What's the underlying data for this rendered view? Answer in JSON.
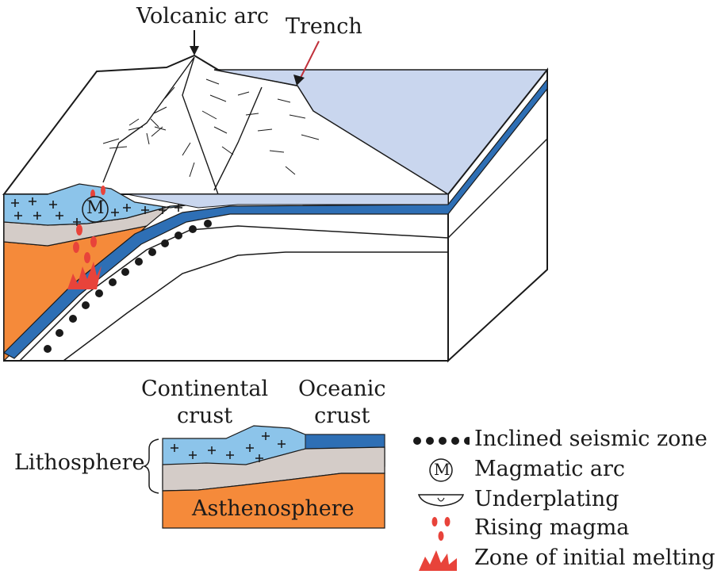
{
  "labels": {
    "volcanic_arc": "Volcanic arc",
    "trench": "Trench",
    "continental_crust_line1": "Continental",
    "continental_crust_line2": "crust",
    "oceanic_crust_line1": "Oceanic",
    "oceanic_crust_line2": "crust",
    "lithosphere": "Lithosphere",
    "asthenosphere": "Asthenosphere",
    "magmatic_arc_symbol": "M"
  },
  "legend": [
    {
      "icon": "seismic-dots-icon",
      "label": "Inclined seismic zone"
    },
    {
      "icon": "magmatic-arc-icon",
      "label": "Magmatic arc"
    },
    {
      "icon": "underplating-icon",
      "label": "Underplating"
    },
    {
      "icon": "rising-magma-icon",
      "label": "Rising magma"
    },
    {
      "icon": "initial-melting-icon",
      "label": "Zone of initial melting"
    }
  ],
  "colors": {
    "continental_crust": "#8cc4ea",
    "oceanic_crust": "#2e6fb5",
    "lithosphere_mantle": "#d4ccc8",
    "asthenosphere": "#f58a3a",
    "ocean_water": "#c9d6ee",
    "magma": "#e8433a",
    "outline": "#1a1a1a"
  }
}
